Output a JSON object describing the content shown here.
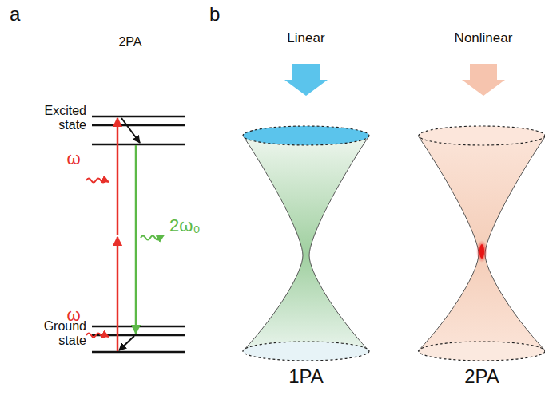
{
  "diagram": {
    "labels": [
      "a",
      "b",
      "2PA",
      "Excited state",
      "ω",
      "ω",
      "2ω₀",
      "Ground state",
      "Linear",
      "Nonlinear",
      "1PA",
      "2PA"
    ]
  }
}
